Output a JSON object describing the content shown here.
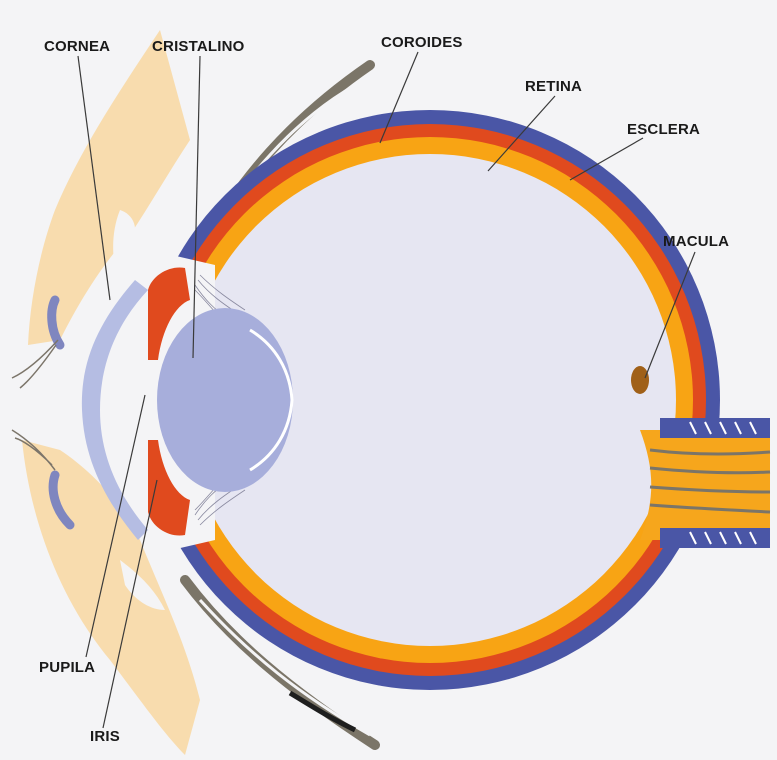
{
  "labels": {
    "cornea": "CORNEA",
    "cristalino": "CRISTALINO",
    "coroides": "COROIDES",
    "retina": "RETINA",
    "esclera": "ESCLERA",
    "macula": "MACULA",
    "pupila": "PUPILA",
    "iris": "IRIS"
  },
  "colors": {
    "background": "#f4f4f6",
    "eyelid": "#f8dcae",
    "sclera": "#4a56a6",
    "choroid": "#e04a1e",
    "retina": "#f8a414",
    "vitreous": "#e6e6f2",
    "lens": "#a7aedb",
    "cornea": "#b5bde3",
    "muscle": "#7b7568",
    "optic_nerve": "#f6a61c"
  }
}
